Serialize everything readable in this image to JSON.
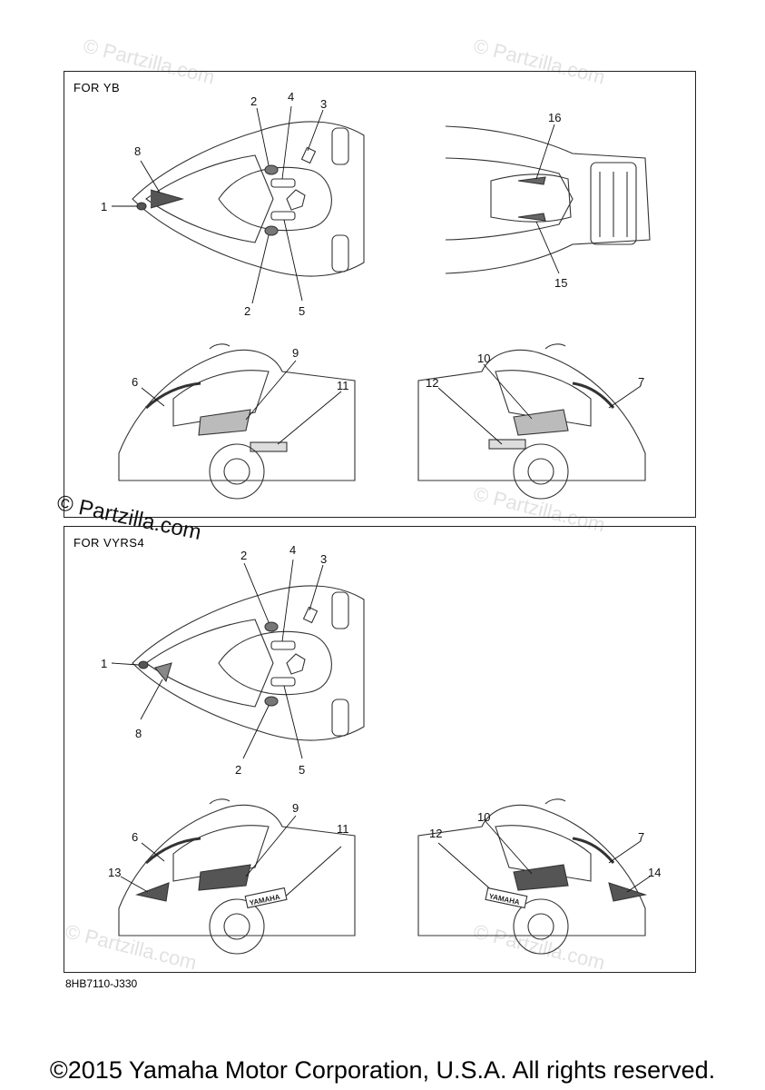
{
  "watermark": {
    "small": "© Partzilla.com",
    "main": "© Partzilla.com"
  },
  "panels": [
    {
      "title": "FOR YB",
      "top_view_callouts": [
        "1",
        "2",
        "3",
        "4",
        "2",
        "5",
        "8"
      ],
      "rear_view_callouts": [
        "16",
        "15"
      ],
      "left_view_callouts": [
        "6",
        "9",
        "11"
      ],
      "right_view_callouts": [
        "10",
        "12",
        "7"
      ]
    },
    {
      "title": "FOR VYRS4",
      "top_view_callouts": [
        "1",
        "2",
        "3",
        "4",
        "2",
        "5",
        "8"
      ],
      "left_view_callouts": [
        "6",
        "9",
        "11",
        "13"
      ],
      "right_view_callouts": [
        "10",
        "12",
        "7",
        "14"
      ],
      "decal_text": "YAMAHA"
    }
  ],
  "part_code": "8HB7110-J330",
  "copyright": "©2015 Yamaha Motor Corporation, U.S.A. All rights reserved."
}
